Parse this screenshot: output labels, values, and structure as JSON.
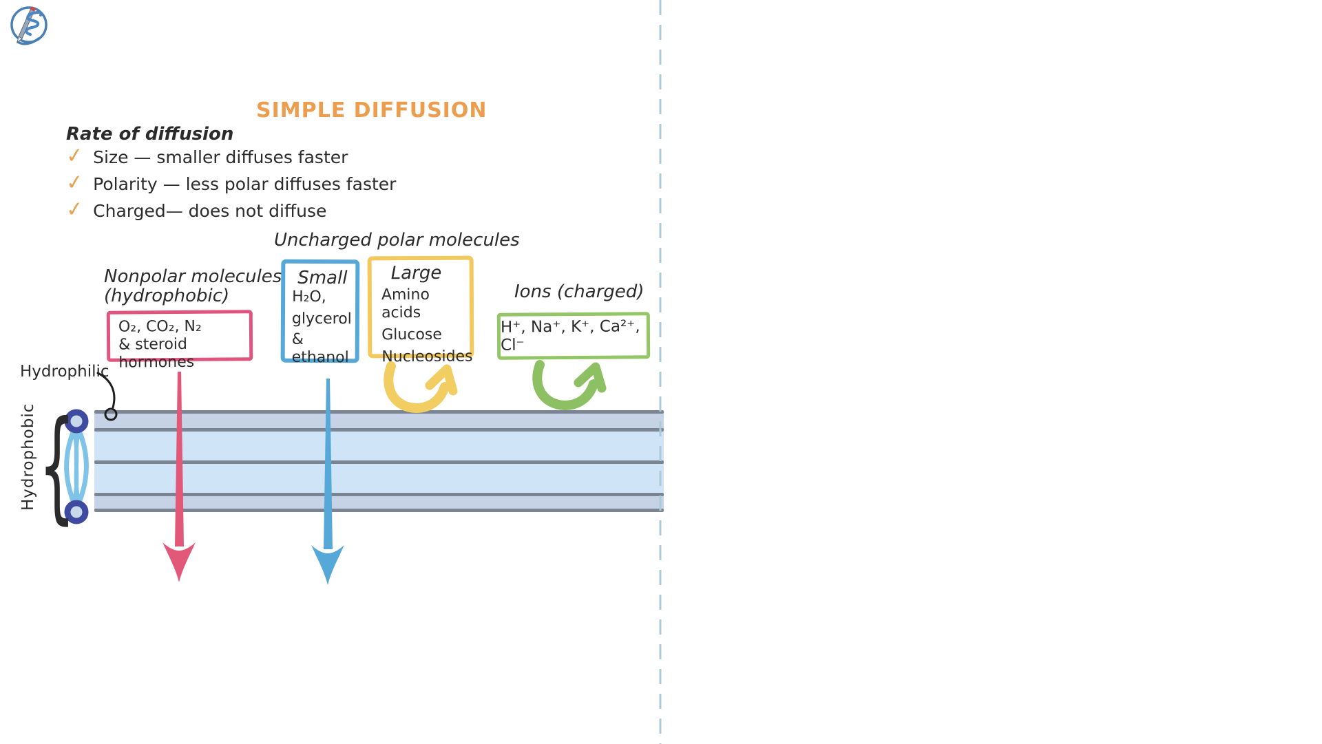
{
  "title": {
    "text": "SIMPLE DIFFUSION",
    "color": "#EC9D4D"
  },
  "rate_section": {
    "heading": "Rate of diffusion",
    "check_icon": "✓",
    "check_color": "#E8A14E",
    "items": [
      "Size —  smaller diffuses faster",
      "Polarity — less polar diffuses faster",
      "Charged— does not diffuse"
    ]
  },
  "groups": {
    "uncharged_heading": "Uncharged polar molecules",
    "nonpolar": {
      "label_line1": "Nonpolar molecules",
      "label_line2": "(hydrophobic)",
      "box_color": "#E0557D",
      "content_line1": "O₂, CO₂, N₂",
      "content_line2": "& steroid hormones"
    },
    "small_polar": {
      "title": "Small",
      "box_color": "#56A8D8",
      "items": [
        "H₂O,",
        "glycerol",
        "& ethanol"
      ]
    },
    "large_polar": {
      "title": "Large",
      "box_color": "#F2C95F",
      "items": [
        "Amino acids",
        "Glucose",
        "Nucleosides"
      ]
    },
    "ions": {
      "label": "Ions (charged)",
      "box_color": "#94C566",
      "content": "H⁺, Na⁺, K⁺, Ca²⁺, Cl⁻"
    }
  },
  "membrane": {
    "hydrophilic_label": "Hydrophilic",
    "hydrophobic_label": "Hydrophobic",
    "brace_glyph": "{",
    "band_dark_color": "#C6D3E7",
    "band_light_color": "#CFE4F6",
    "line_color": "#7B8492",
    "phospholipid_head_color": "#3F4BA0",
    "phospholipid_tail_color": "#7FC4E8"
  },
  "arrows": {
    "nonpolar_arrow_color": "#E25879",
    "small_polar_arrow_color": "#56A8D8",
    "large_polar_arrow_color": "#F2CD62",
    "ions_arrow_color": "#8CC063"
  },
  "logo": {
    "ring_color": "#4A7FB5"
  },
  "divider": {
    "color": "#ADCBD6"
  }
}
